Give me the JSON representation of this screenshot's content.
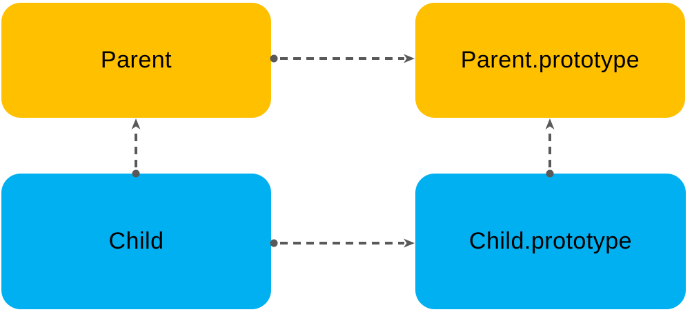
{
  "diagram": {
    "type": "prototype-chain",
    "nodes": {
      "parent": {
        "label": "Parent",
        "color": "#FFC000"
      },
      "parent_prototype": {
        "label": "Parent.prototype",
        "color": "#FFC000"
      },
      "child": {
        "label": "Child",
        "color": "#00B0F0"
      },
      "child_prototype": {
        "label": "Child.prototype",
        "color": "#00B0F0"
      }
    },
    "edges": [
      {
        "from": "Parent",
        "to": "Parent.prototype",
        "style": "dashed",
        "start": "dot",
        "end": "arrow",
        "direction": "right"
      },
      {
        "from": "Child",
        "to": "Parent",
        "style": "dashed",
        "start": "dot",
        "end": "arrow",
        "direction": "up"
      },
      {
        "from": "Child",
        "to": "Child.prototype",
        "style": "dashed",
        "start": "dot",
        "end": "arrow",
        "direction": "right"
      },
      {
        "from": "Child.prototype",
        "to": "Parent.prototype",
        "style": "dashed",
        "start": "dot",
        "end": "arrow",
        "direction": "up"
      }
    ],
    "colors": {
      "edge": "#595959",
      "text": "#000000",
      "background": "#FFFFFF"
    }
  }
}
